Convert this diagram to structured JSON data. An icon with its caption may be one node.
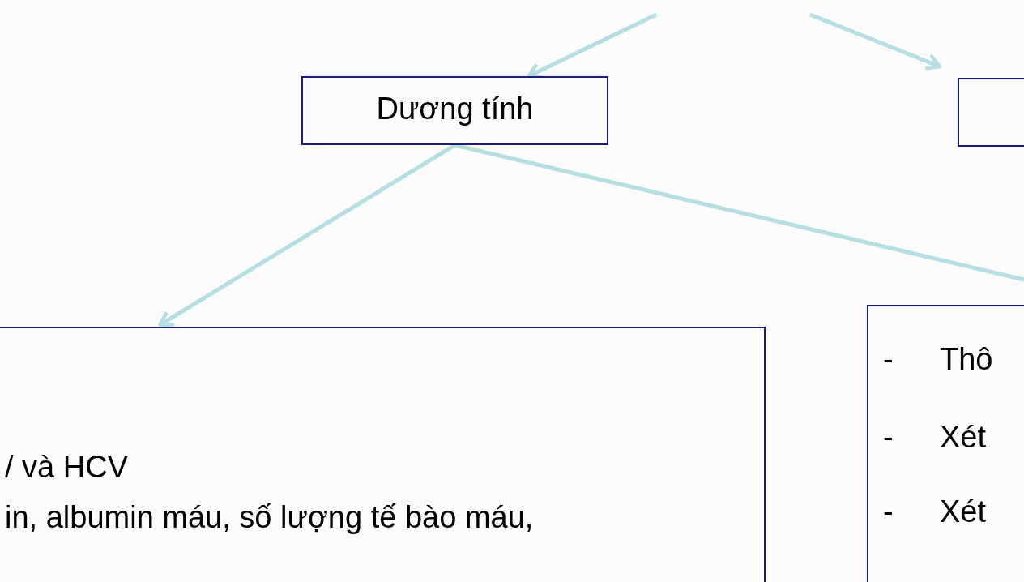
{
  "diagram": {
    "nodes": [
      {
        "text": [
          "Dương tính"
        ]
      },
      {
        "text": [],
        "shape": "box"
      },
      {
        "text": [
          "/ và HCV",
          "in, albumin máu, số lượng tế bào máu,"
        ]
      },
      {
        "text": [
          "-",
          "Thô",
          "-",
          "Xét",
          "-",
          "Xét"
        ]
      }
    ],
    "edges": [
      {
        "from": null,
        "to": 0,
        "arrow": "to"
      },
      {
        "from": null,
        "to": 1,
        "arrow": "to"
      },
      {
        "from": 0,
        "to": 2,
        "arrow": "to"
      },
      {
        "from": 0,
        "to": null,
        "arrow": "none"
      }
    ]
  }
}
